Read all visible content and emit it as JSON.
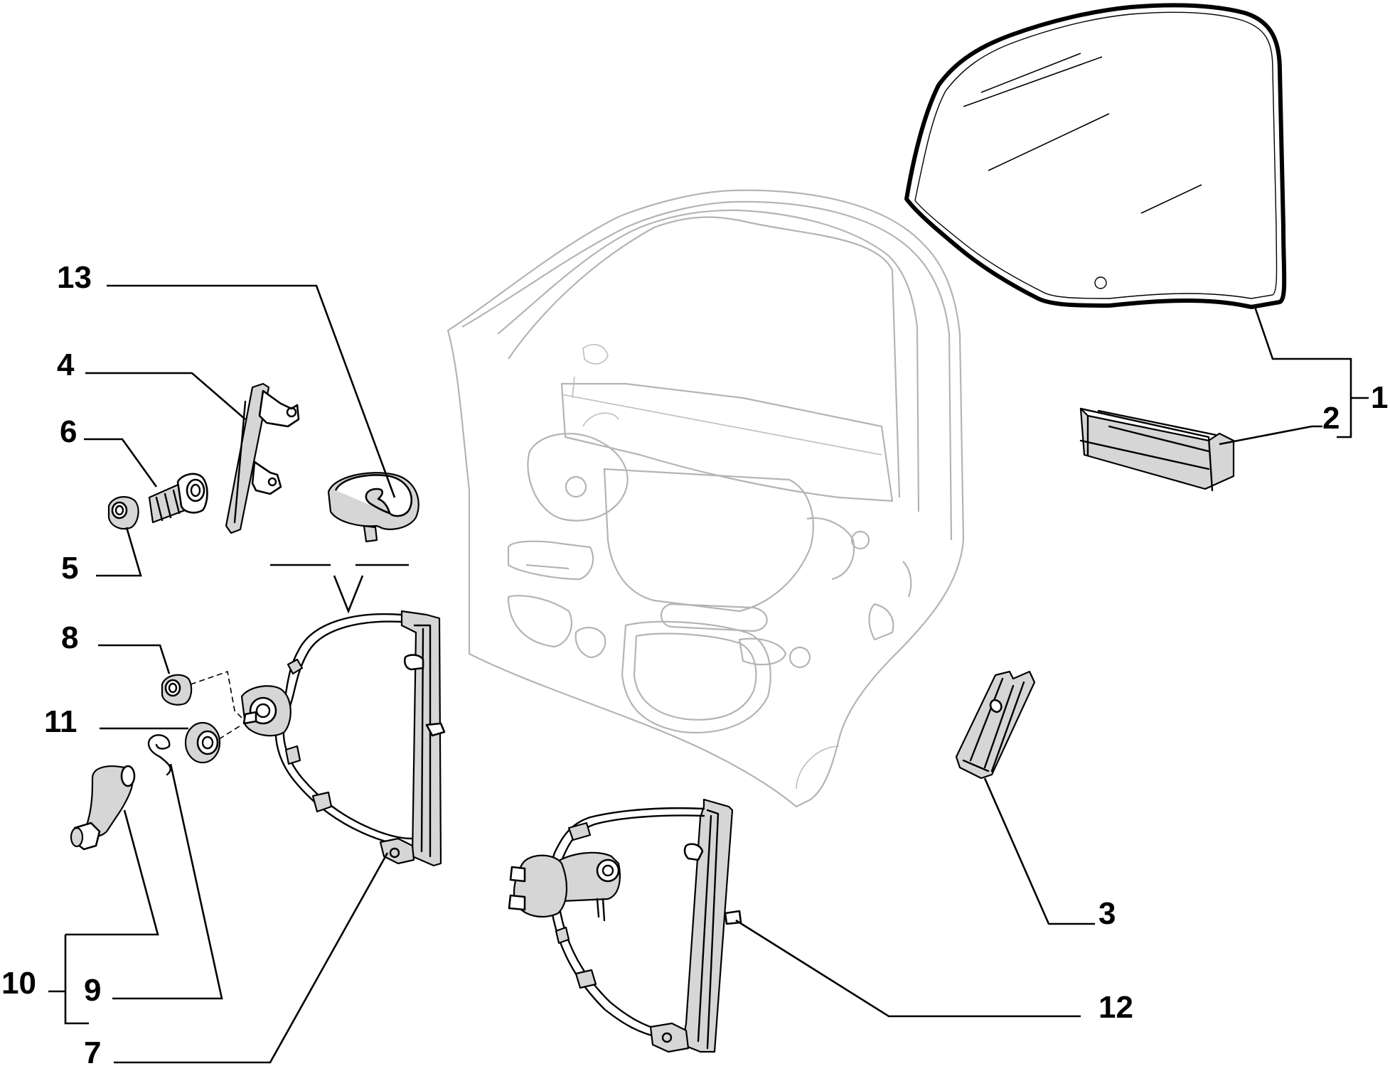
{
  "callouts": [
    {
      "id": "1",
      "label": "1"
    },
    {
      "id": "2",
      "label": "2"
    },
    {
      "id": "3",
      "label": "3"
    },
    {
      "id": "4",
      "label": "4"
    },
    {
      "id": "5",
      "label": "5"
    },
    {
      "id": "6",
      "label": "6"
    },
    {
      "id": "7",
      "label": "7"
    },
    {
      "id": "8",
      "label": "8"
    },
    {
      "id": "9",
      "label": "9"
    },
    {
      "id": "10",
      "label": "10"
    },
    {
      "id": "11",
      "label": "11"
    },
    {
      "id": "12",
      "label": "12"
    },
    {
      "id": "13",
      "label": "13"
    }
  ],
  "colors": {
    "ink": "#000000",
    "door_outline": "#b4b4b4",
    "part_shade": "#d6d6d6",
    "background": "#ffffff"
  }
}
